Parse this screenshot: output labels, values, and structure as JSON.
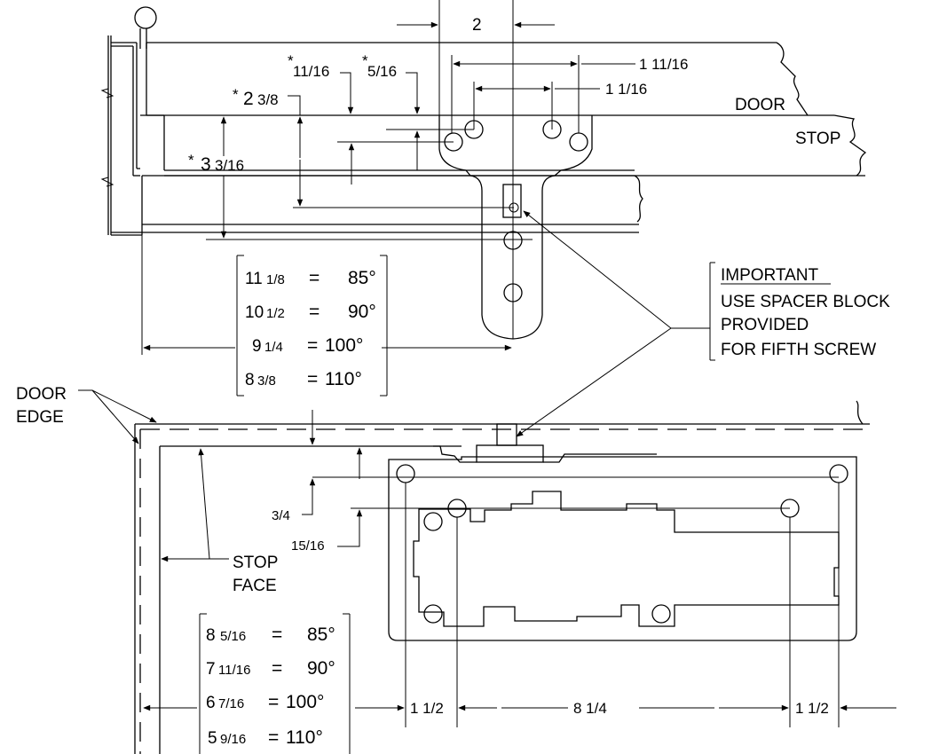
{
  "top_view": {
    "dim_2": "2",
    "dim_1_11_16": "1 11/16",
    "dim_1_1_16": "1 1/16",
    "dim_11_16_star": "*",
    "dim_11_16": "11/16",
    "dim_5_16_star": "*",
    "dim_5_16": "5/16",
    "dim_2_3_8_star": "*",
    "dim_2_3_8_whole": "2",
    "dim_2_3_8_frac": "3/8",
    "dim_3_3_16_star": "*",
    "dim_3_3_16_whole": "3",
    "dim_3_3_16_frac": "3/16",
    "door_label": "DOOR",
    "stop_label": "STOP",
    "angle_table": [
      {
        "whole": "11",
        "frac": "1/8",
        "eq": "=",
        "angle": "85°"
      },
      {
        "whole": "10",
        "frac": "1/2",
        "eq": "=",
        "angle": "90°"
      },
      {
        "whole": "9",
        "frac": "1/4",
        "eq": "=",
        "angle": "100°"
      },
      {
        "whole": "8",
        "frac": "3/8",
        "eq": "=",
        "angle": "110°"
      }
    ]
  },
  "note": {
    "title": "IMPORTANT",
    "line1": "USE SPACER BLOCK",
    "line2": "PROVIDED",
    "line3": "FOR FIFTH SCREW"
  },
  "bottom_view": {
    "door_edge_line1": "DOOR",
    "door_edge_line2": "EDGE",
    "dim_3_4": "3/4",
    "dim_15_16": "15/16",
    "stop_face_line1": "STOP",
    "stop_face_line2": "FACE",
    "dim_left_1_1_2": "1 1/2",
    "dim_8_1_4": "8 1/4",
    "dim_right_1_1_2": "1 1/2",
    "angle_table": [
      {
        "whole": "8",
        "frac": "5/16",
        "eq": "=",
        "angle": "85°"
      },
      {
        "whole": "7",
        "frac": "11/16",
        "eq": "=",
        "angle": "90°"
      },
      {
        "whole": "6",
        "frac": "7/16",
        "eq": "=",
        "angle": "100°"
      },
      {
        "whole": "5",
        "frac": "9/16",
        "eq": "=",
        "angle": "110°"
      }
    ]
  }
}
